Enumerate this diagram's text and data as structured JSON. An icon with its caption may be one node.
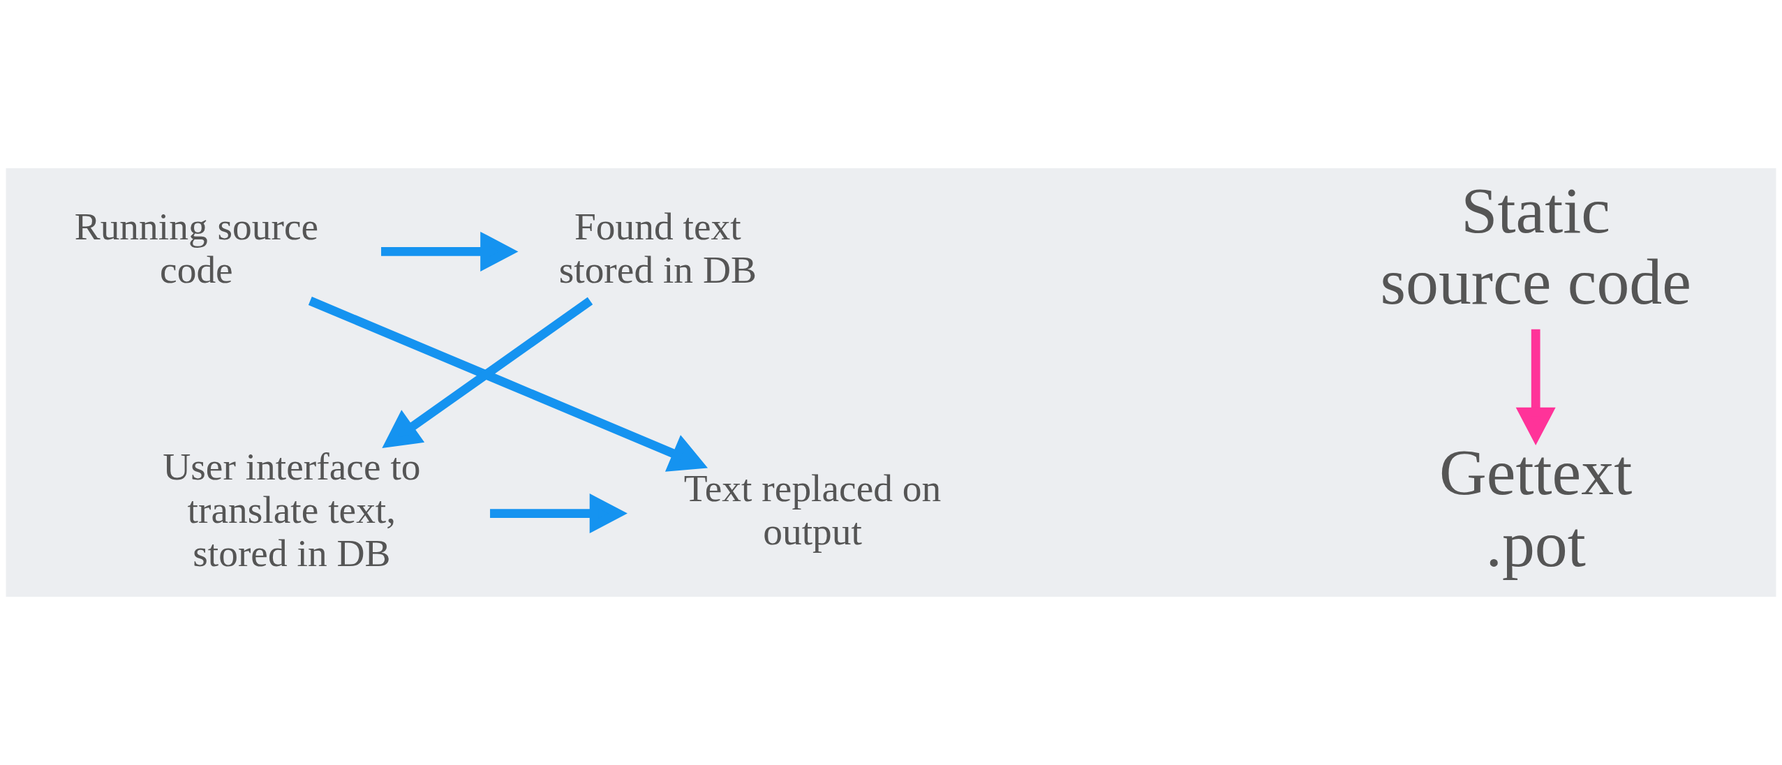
{
  "diagram": {
    "nodes": [
      {
        "text": [
          "Running source code"
        ]
      },
      {
        "text": [
          "Found text stored in DB"
        ]
      },
      {
        "text": [
          "User interface to translate text, stored in DB"
        ]
      },
      {
        "text": [
          "Text replaced on output"
        ]
      },
      {
        "text": [
          "Static source code"
        ]
      },
      {
        "text": [
          "Gettext .pot"
        ]
      }
    ],
    "edges": [
      {
        "from": 0,
        "to": 1,
        "arrow": "to"
      },
      {
        "from": 0,
        "to": 3,
        "arrow": "to"
      },
      {
        "from": 1,
        "to": 2,
        "arrow": "to"
      },
      {
        "from": 2,
        "to": 3,
        "arrow": "to"
      },
      {
        "from": 4,
        "to": 5,
        "arrow": "to",
        "color": "#ff3399"
      }
    ]
  }
}
